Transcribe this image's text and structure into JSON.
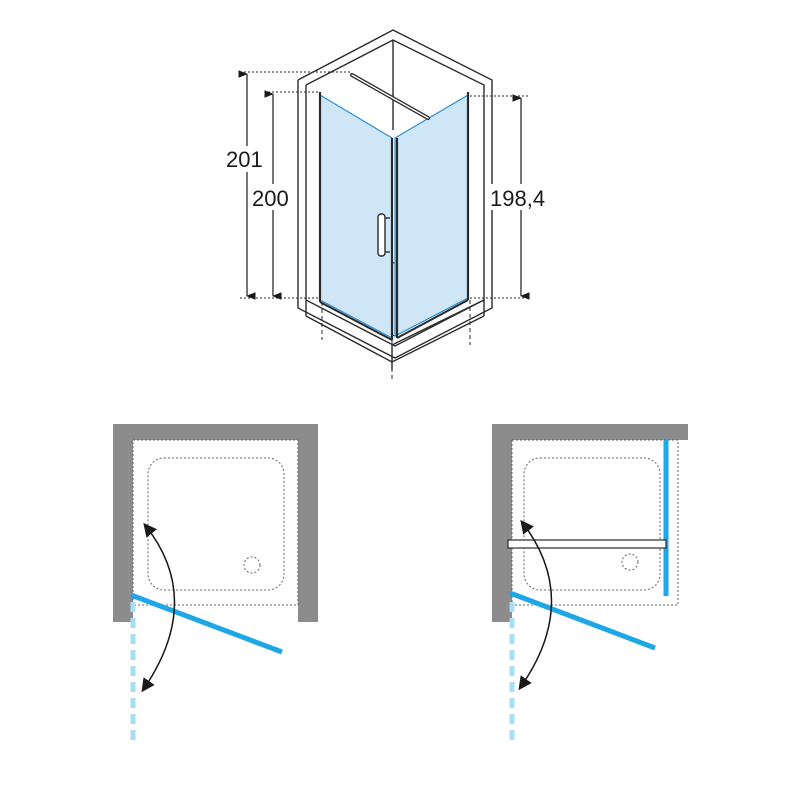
{
  "dimensions": {
    "outer_height": "201",
    "inner_height": "200",
    "glass_height": "198,4"
  },
  "colors": {
    "glass_fill": "#cfe6f7",
    "glass_edge": "#2b8fd6",
    "door_blue": "#1ea7e8",
    "door_ghost": "#a9dcf5",
    "wall_gray": "#8c8c8c",
    "line_dark": "#2a2a2a"
  },
  "icons": {
    "swing_arrow": "double-headed-curved-arrow",
    "drain": "circle-drain"
  }
}
